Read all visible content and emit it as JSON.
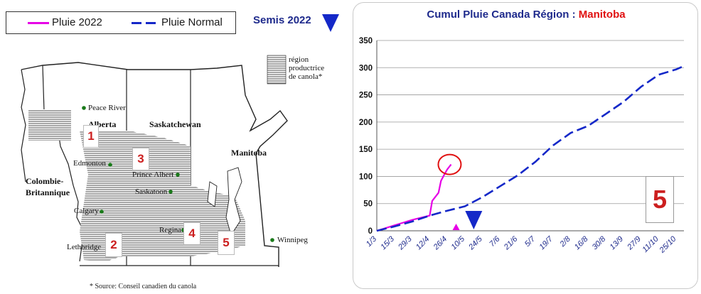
{
  "legend": {
    "pluie_2022": "Pluie 2022",
    "pluie_normal": "Pluie Normal",
    "semis_2022": "Semis 2022",
    "colors": {
      "pluie_2022": "#e600e6",
      "pluie_normal": "#1428c8"
    }
  },
  "map": {
    "regions": {
      "alberta": "Alberta",
      "saskatchewan": "Saskatchewan",
      "manitoba": "Manitoba",
      "colombie_1": "Colombie-",
      "colombie_2": "Britannique"
    },
    "cities": {
      "peace_river": "Peace River",
      "edmonton": "Edmonton",
      "calgary": "Calgary",
      "lethbridge": "Lethbridge",
      "prince_albert": "Prince Albert",
      "saskatoon": "Saskatoon",
      "regina": "Regina",
      "winnipeg": "Winnipeg"
    },
    "legend_lines": [
      "région",
      "productrice",
      "de canola*"
    ],
    "zone_numbers": [
      "1",
      "2",
      "3",
      "4",
      "5"
    ],
    "source_note": "* Source:  Conseil canadien du canola"
  },
  "chart_data": {
    "type": "line",
    "title_prefix": "Cumul Pluie Canada Région : ",
    "title_region": "Manitoba",
    "region_number": "5",
    "ylim": [
      0,
      350
    ],
    "yticks": [
      "0",
      "50",
      "100",
      "150",
      "200",
      "250",
      "300",
      "350"
    ],
    "xticks": [
      "1/3",
      "15/3",
      "29/3",
      "12/4",
      "26/4",
      "10/5",
      "24/5",
      "7/6",
      "21/6",
      "5/7",
      "19/7",
      "2/8",
      "16/8",
      "30/8",
      "13/9",
      "27/9",
      "11/10",
      "25/10"
    ],
    "grid": true,
    "series": [
      {
        "name": "Pluie 2022",
        "color": "#e600e6",
        "x": [
          "1/3",
          "8/3",
          "15/3",
          "22/3",
          "29/3",
          "5/4",
          "12/4",
          "14/4",
          "19/4",
          "21/4",
          "24/4",
          "26/4",
          "29/4"
        ],
        "values": [
          0,
          5,
          10,
          15,
          20,
          24,
          28,
          55,
          70,
          92,
          105,
          113,
          122
        ]
      },
      {
        "name": "Pluie Normal",
        "color": "#1428c8",
        "x": [
          "1/3",
          "15/3",
          "29/3",
          "12/4",
          "26/4",
          "10/5",
          "24/5",
          "7/6",
          "21/6",
          "5/7",
          "19/7",
          "2/8",
          "16/8",
          "30/8",
          "13/9",
          "27/9",
          "11/10",
          "25/10",
          "31/10"
        ],
        "values": [
          0,
          8,
          17,
          28,
          37,
          45,
          62,
          82,
          102,
          127,
          157,
          180,
          193,
          215,
          237,
          265,
          287,
          297,
          303
        ]
      }
    ],
    "annotations": {
      "circled_value": 122,
      "seeding_marker_date": "17/5",
      "pink_marker_date": "3/5"
    }
  }
}
